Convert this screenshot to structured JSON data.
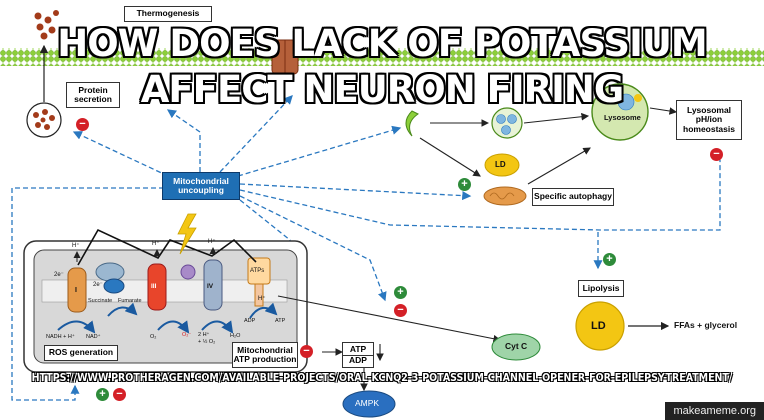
{
  "meme": {
    "title_line1": "HOW DOES LACK OF POTASSIUM",
    "title_line2": "AFFECT NEURON FIRING",
    "url_caption": "HTTPS://WWW.PROTHERAGEN.COM/AVAILABLE-PROJECTS/ORAL-KCNQ2-3-POTASSIUM-CHANNEL-OPENER-FOR-EPILEPSY-TREATMENT/",
    "watermark": "makeameme.org"
  },
  "diagram": {
    "thermogenesis": "Thermogenesis",
    "protein_secretion": "Protein secretion",
    "mito_uncoupling": "Mitochondrial uncoupling",
    "lysosome": "Lysosome",
    "lysosomal_homeostasis": "Lysosomal pH/ion homeostasis",
    "ld": "LD",
    "specific_autophagy": "Specific autophagy",
    "lipolysis": "Lipolysis",
    "ld_large": "LD",
    "ffas": "FFAs + glycerol",
    "ros_generation": "ROS generation",
    "mito_atp": "Mitochondrial ATP production",
    "atp": "ATP",
    "adp": "ADP",
    "cyt_c": "Cyt C",
    "ampk": "AMPK",
    "etc": {
      "hplus": "H⁺",
      "two_e": "2e⁻",
      "c1": "I",
      "c3": "III",
      "c4": "IV",
      "atps": "ATPs",
      "succinate": "Succinate",
      "fumarate": "Fumarate",
      "nadh": "NADH + H⁺",
      "nad": "NAD⁺",
      "o2": "O₂",
      "o2r": "O₂⁻",
      "h2o_line1": "2 H⁺",
      "h2o_line2": "+ ½ O₂",
      "h2o": "H₂O",
      "adp_small": "ADP",
      "atp_small": "ATP"
    },
    "colors": {
      "dashed_arrow": "#2a78c0",
      "membrane_green": "#8ccf3a",
      "uncoupling_box": "#1f6fb4",
      "mito_gray": "#d8d8d8",
      "ld_yellow": "#f3c613",
      "brown": "#7a2e12",
      "plus_green": "#2e8b3a",
      "minus_red": "#d42027",
      "mito_orange": "#e59a4a",
      "lysosome_green": "#d4e8b0"
    }
  }
}
